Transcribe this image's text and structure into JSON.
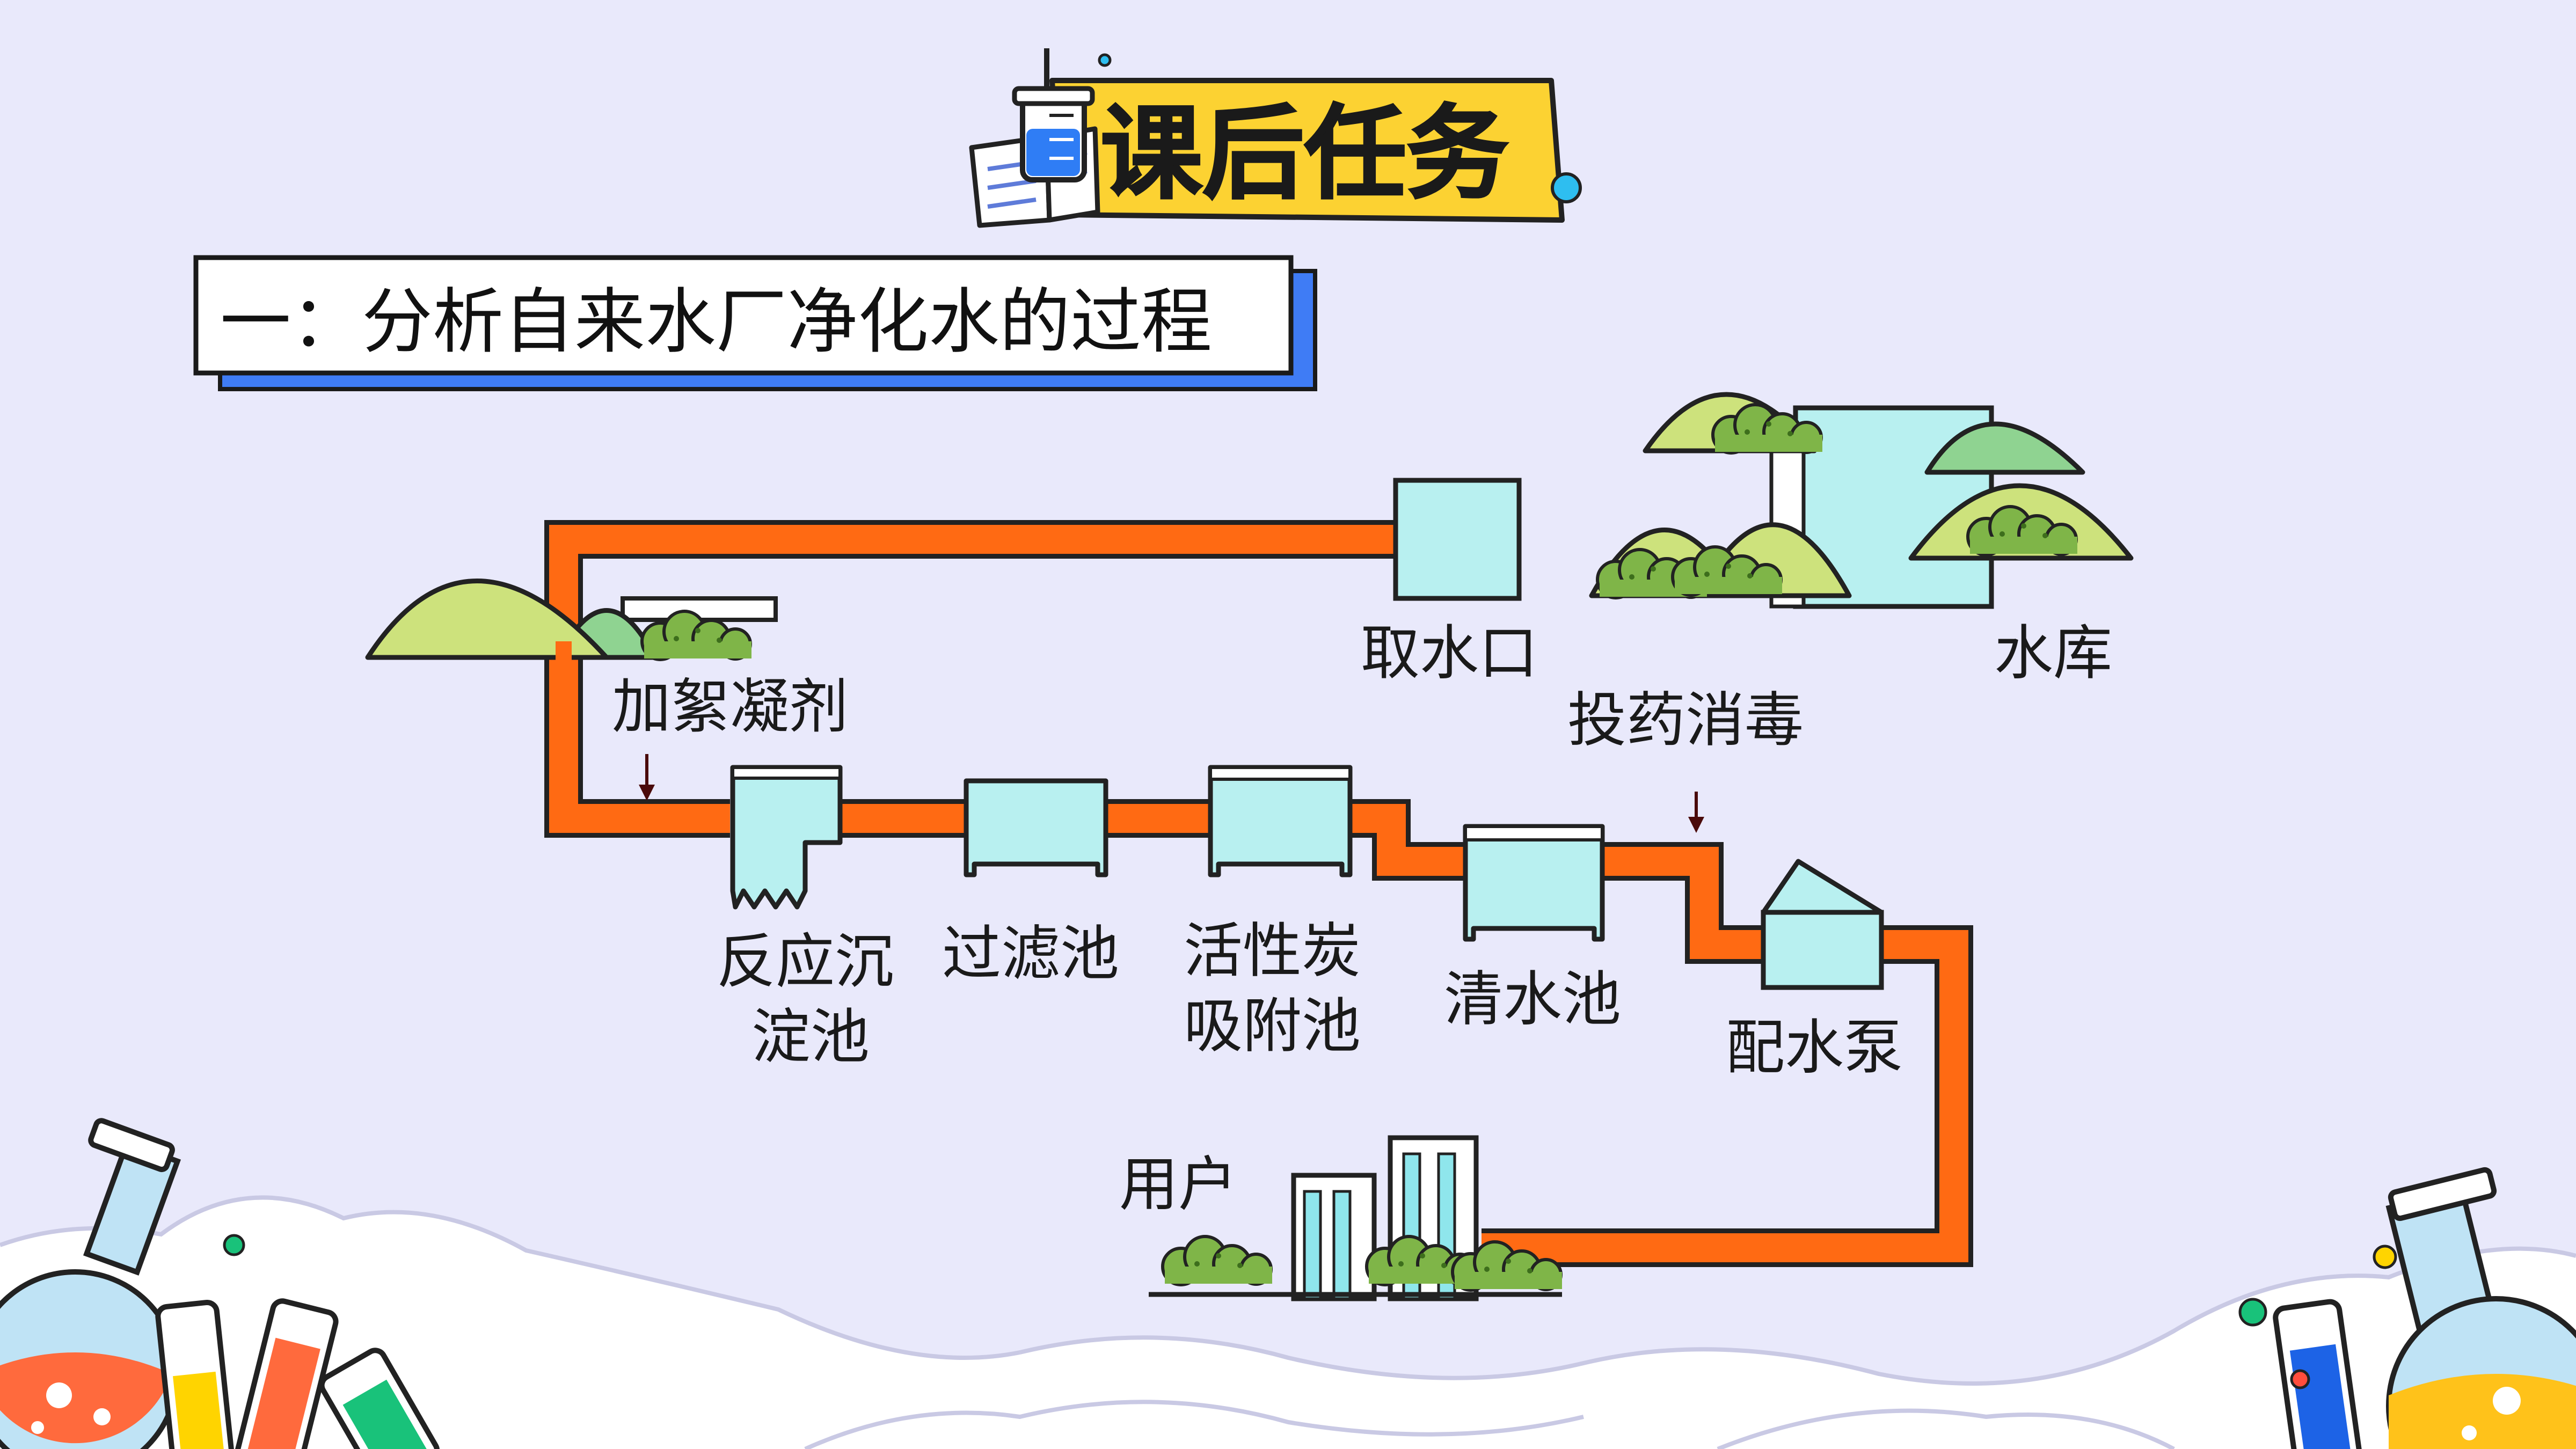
{
  "header": {
    "title": "课后任务"
  },
  "subtitle": {
    "text": "一：分析自来水厂净化水的过程"
  },
  "diagram": {
    "reservoir_label": "水库",
    "intake_label": "取水口",
    "coagulant_label": "加絮凝剂",
    "disinfect_label": "投药消毒",
    "stage1_line1": "反应沉",
    "stage1_line2": "淀池",
    "stage2": "过滤池",
    "stage3_line1": "活性炭",
    "stage3_line2": "吸附池",
    "stage4": "清水池",
    "stage5": "配水泵",
    "user_label": "用户"
  },
  "colors": {
    "background": "#e9e9fb",
    "pipe": "#ff6a13",
    "tank": "#b8f0f0",
    "hill_light": "#cde27c",
    "hill_mid": "#8fd391",
    "bush": "#6ca63a",
    "banner": "#fcd232",
    "subtitle_shadow": "#3f7cf5"
  }
}
